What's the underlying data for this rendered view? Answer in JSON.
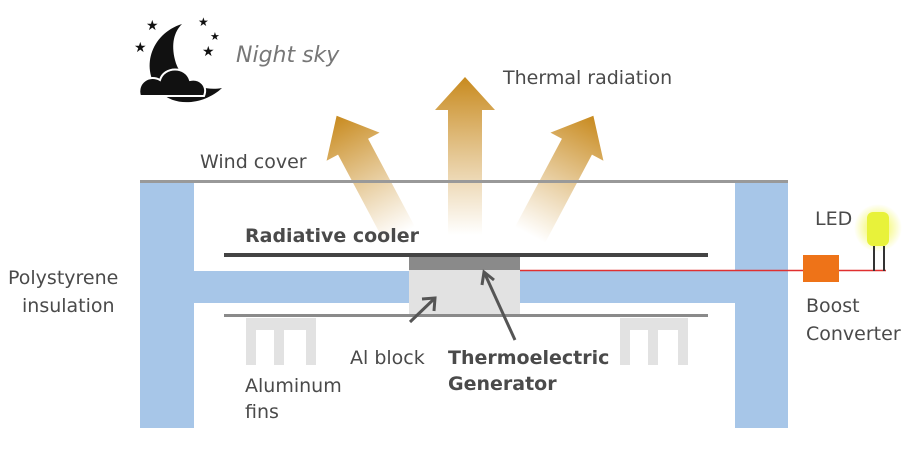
{
  "labels": {
    "night_sky": "Night sky",
    "thermal_radiation": "Thermal radiation",
    "wind_cover": "Wind cover",
    "radiative_cooler": "Radiative cooler",
    "polystyrene_1": "Polystyrene",
    "polystyrene_2": "insulation",
    "led": "LED",
    "boost_1": "Boost",
    "boost_2": "Converter",
    "al_block": "Al block",
    "teg_1": "Thermoelectric",
    "teg_2": "Generator",
    "fins_1": "Aluminum",
    "fins_2": "fins"
  },
  "colors": {
    "insulation": "#a7c6e8",
    "arrow": "#c88a1e",
    "boost": "#ee7318",
    "wire": "#e03030",
    "led": "#e8f23a"
  }
}
